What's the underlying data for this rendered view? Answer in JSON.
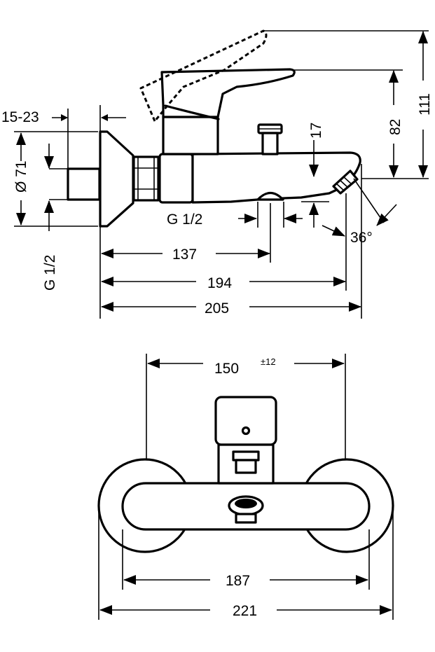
{
  "side_view": {
    "labels": {
      "flange": "15-23",
      "diameter": "Ø 71",
      "thread_left": "G 1/2",
      "thread_bottom": "G 1/2",
      "spout_height": "17",
      "lever_height": "82",
      "total_height": "111",
      "angle": "36°",
      "len_137": "137",
      "len_194": "194",
      "len_205": "205"
    }
  },
  "front_view": {
    "labels": {
      "center_distance": "150",
      "tolerance": "±12",
      "inner_width": "187",
      "outer_width": "221"
    }
  }
}
